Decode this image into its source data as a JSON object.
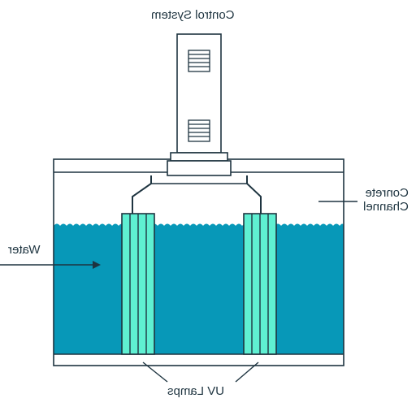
{
  "labels": {
    "control_system": "Control System",
    "concrete_channel": [
      "Conrete",
      "Channel"
    ],
    "water": "Water",
    "uv_lamps": "UV Lamps"
  },
  "colors": {
    "outline": "#1e3440",
    "water": "#0798b8",
    "lamp": "#5ff0d2",
    "channel_fill": "#ffffff",
    "label_text": "#1e3440"
  },
  "mirrored_image": true
}
